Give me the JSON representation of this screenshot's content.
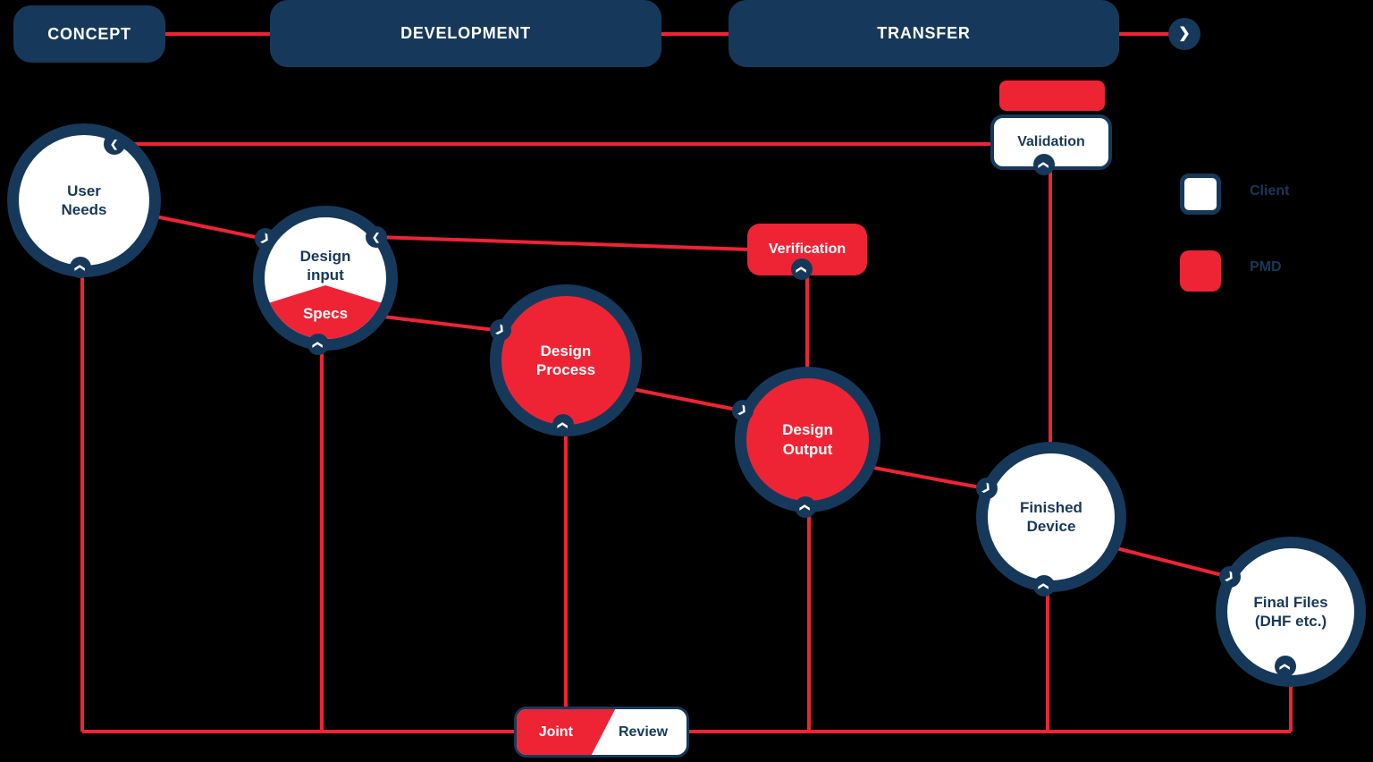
{
  "stages": [
    {
      "label": "CONCEPT"
    },
    {
      "label": "DEVELOPMENT"
    },
    {
      "label": "TRANSFER"
    }
  ],
  "nodes": {
    "user_needs": {
      "label": "User\nNeeds"
    },
    "design_input": {
      "label": "Design\ninput",
      "sublabel": "Specs"
    },
    "design_process": {
      "label": "Design\nProcess"
    },
    "design_output": {
      "label": "Design\nOutput"
    },
    "finished_device": {
      "label": "Finished\nDevice"
    },
    "final_files": {
      "label": "Final Files\n(DHF etc.)"
    }
  },
  "boxes": {
    "verification": {
      "label": "Verification"
    },
    "validation": {
      "label": "Validation"
    },
    "joint_review": {
      "left_label": "Joint",
      "right_label": "Review"
    }
  },
  "legend": [
    {
      "label": "Client"
    },
    {
      "label": "PMD"
    }
  ],
  "icons": {
    "chevron": "❯"
  },
  "colors": {
    "navy": "#16395B",
    "red": "#EE2435"
  }
}
